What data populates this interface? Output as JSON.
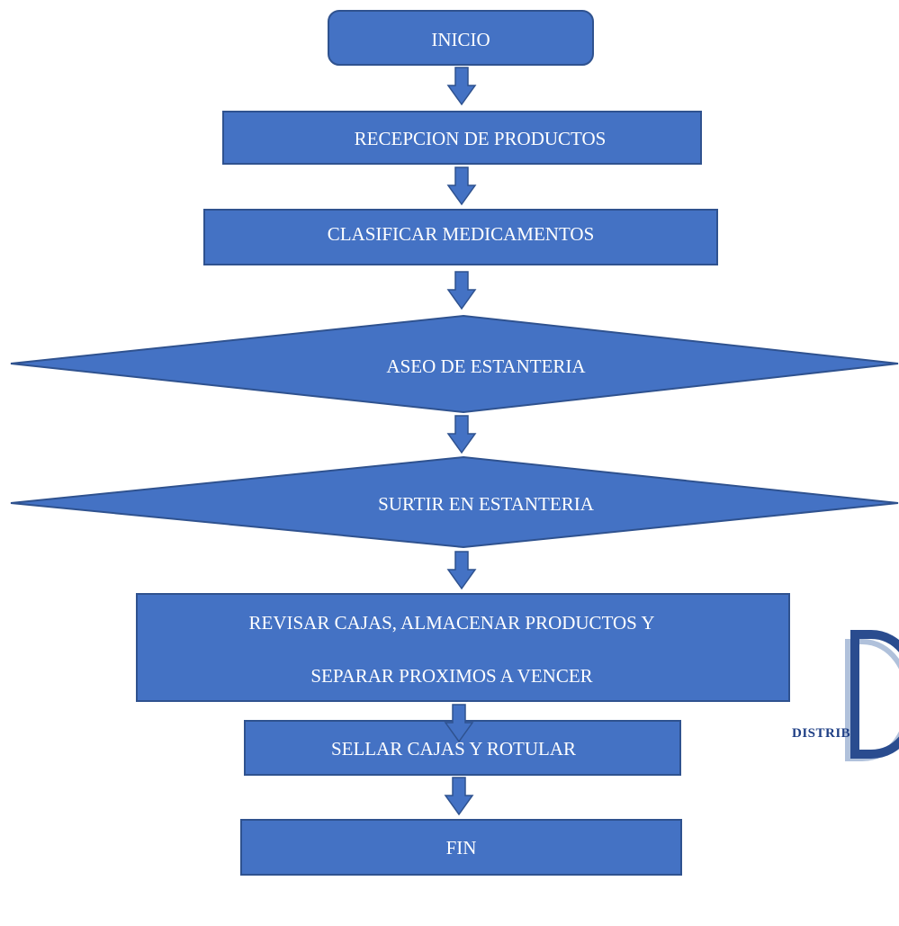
{
  "steps": {
    "start": "INICIO",
    "reception": "RECEPCION DE PRODUCTOS",
    "classify": "CLASIFICAR MEDICAMENTOS",
    "cleaning": "ASEO DE ESTANTERIA",
    "restock": "SURTIR EN ESTANTERIA",
    "review_line1": "REVISAR CAJAS, ALMACENAR PRODUCTOS Y",
    "review_line2": "SEPARAR PROXIMOS A VENCER",
    "seal": "SELLAR CAJAS Y ROTULAR",
    "end": "FIN"
  },
  "logo": {
    "text": "DISTRIB",
    "monogram": "D"
  },
  "colors": {
    "fill": "#4472C4",
    "stroke": "#2F528F",
    "logo": "#1f3f85"
  }
}
